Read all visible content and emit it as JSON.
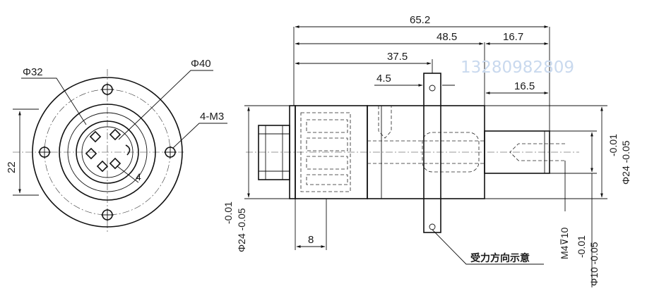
{
  "watermark": "13280982809",
  "front_view": {
    "dim_d32": "Φ32",
    "dim_d40": "Φ40",
    "dim_holes": "4-M3",
    "dim_22": "22",
    "pin_count_label": "4"
  },
  "side_view": {
    "dim_total_length": "65.2",
    "dim_48_5": "48.5",
    "dim_16_7": "16.7",
    "dim_37_5": "37.5",
    "dim_4_5": "4.5",
    "dim_16_5": "16.5",
    "dim_8": "8",
    "dim_body_tol": "-0.01",
    "dim_body_diam": "Φ24 -0.05",
    "dim_body_tol_right": "-0.01",
    "dim_body_diam_right": "Φ24 -0.05",
    "dim_thread": "M4⊽10",
    "dim_shaft_tol": "-0.01",
    "dim_shaft_diam": "Φ10 -0.05",
    "force_direction_note": "受力方向示意"
  },
  "colors": {
    "line": "#111111",
    "watermark": "#c9d9ee",
    "background": "#ffffff"
  }
}
